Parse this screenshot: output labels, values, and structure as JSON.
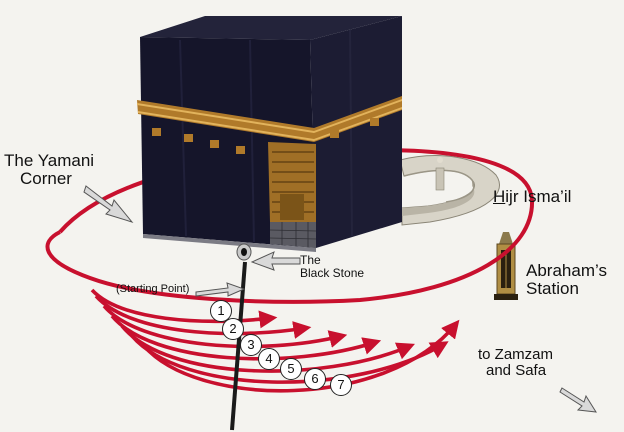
{
  "labels": {
    "yamani_line1": "The Yamani",
    "yamani_line2": "Corner",
    "hijr_letter": "H",
    "hijr_rest": "ijr Isma’il",
    "black_stone_line1": "The",
    "black_stone_line2": "Black Stone",
    "starting_point": "(Starting Point)",
    "abraham_line1": "Abraham’s",
    "abraham_line2": "Station",
    "zamzam_line1": "to Zamzam",
    "zamzam_line2": "and Safa"
  },
  "circuits": [
    "1",
    "2",
    "3",
    "4",
    "5",
    "6",
    "7"
  ],
  "colors": {
    "path_red": "#c8102e",
    "kiswa": "#15152a",
    "gold_band": "#b07a2a",
    "background": "#f4f3ef"
  }
}
